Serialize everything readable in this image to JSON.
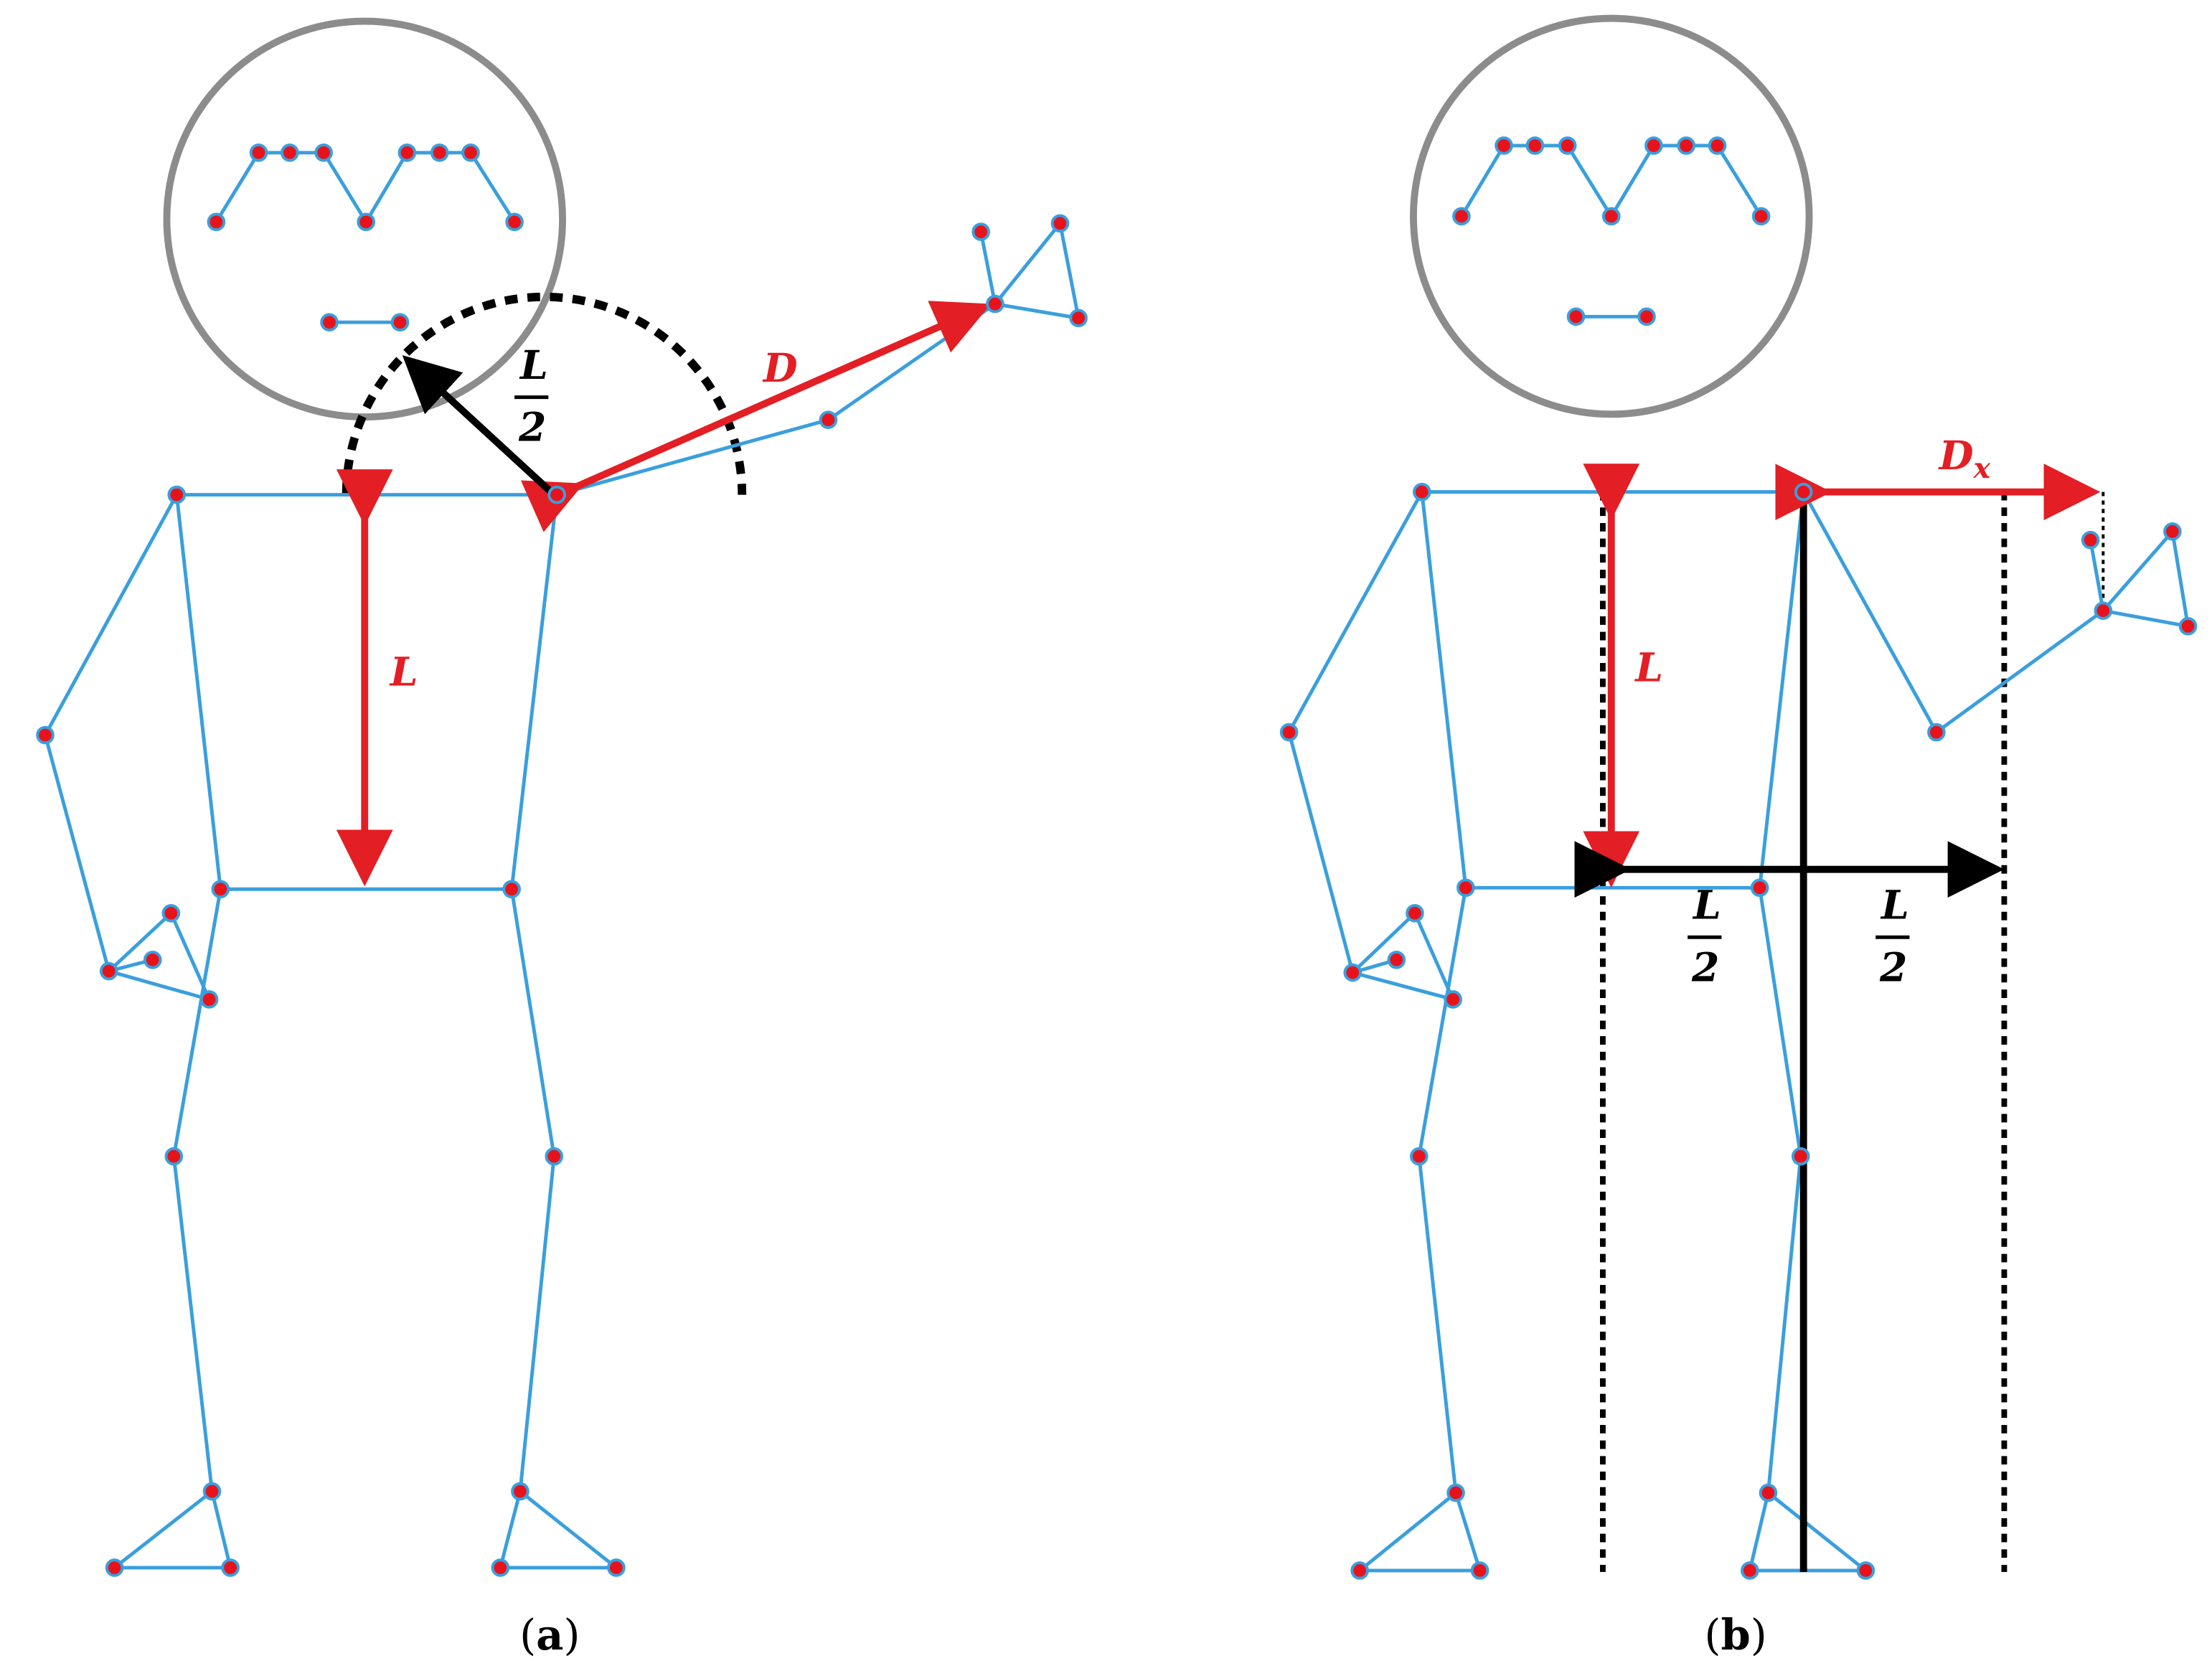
{
  "colors": {
    "skeleton_line": "#3a9fdd",
    "joint_fill": "#e8121b",
    "joint_stroke": "#3a9fdd",
    "head_circle": "#8c8c8c",
    "annotation_red": "#e31e24",
    "annotation_black": "#000000"
  },
  "panel_a": {
    "caption_open": "(",
    "caption_letter": "a",
    "caption_close": ")",
    "label_distance": "D",
    "label_length": "L",
    "label_half_num": "L",
    "label_half_den": "2"
  },
  "panel_b": {
    "caption_open": "(",
    "caption_letter": "b",
    "caption_close": ")",
    "label_distance_main": "D",
    "label_distance_sub": "x",
    "label_length": "L",
    "label_half_left_num": "L",
    "label_half_left_den": "2",
    "label_half_right_num": "L",
    "label_half_right_den": "2"
  }
}
